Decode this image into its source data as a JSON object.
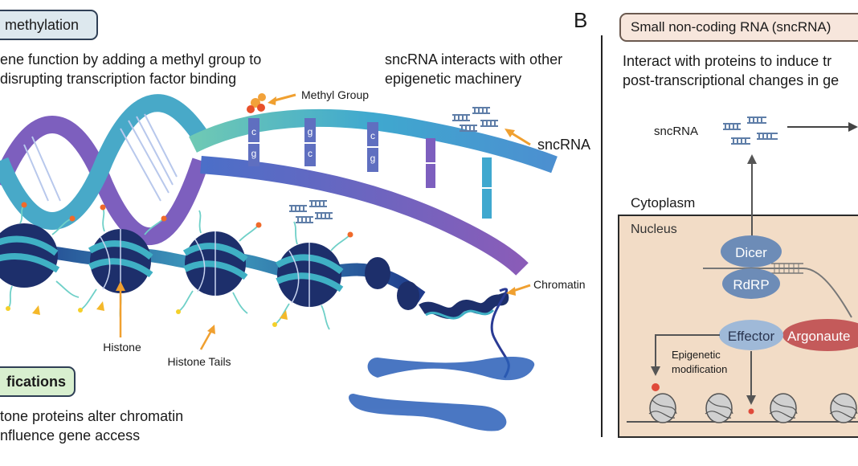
{
  "panelA": {
    "methylation_header": "methylation",
    "methylation_line1": "ene function by adding a methyl group to",
    "methylation_line2": "disrupting transcription factor binding",
    "sncrna_line1": "sncRNA interacts with other",
    "sncrna_line2": "epigenetic machinery",
    "methyl_group_label": "Methyl Group",
    "sncrna_label": "sncRNA",
    "chromatin_label": "Chromatin",
    "histone_label": "Histone",
    "histone_tails_label": "Histone Tails",
    "modifications_header": "fications",
    "mod_line1": "tone proteins alter chromatin",
    "mod_line2": "nfluence gene access",
    "bases_top": [
      "c",
      "g",
      "c"
    ],
    "bases_bottom": [
      "g",
      "c",
      "g"
    ]
  },
  "panelB": {
    "letter": "B",
    "header": "Small non-coding RNA (sncRNA)",
    "line1": "Interact with proteins to induce tr",
    "line2": "post-transcriptional changes in ge",
    "sncrna_label": "sncRNA",
    "cytoplasm_label": "Cytoplasm",
    "nucleus_label": "Nucleus",
    "dicer_label": "Dicer",
    "rdrp_label": "RdRP",
    "effector_label": "Effector",
    "argonaute_label": "Argonaute",
    "epi_line1": "Epigenetic",
    "epi_line2": "modification"
  },
  "colors": {
    "methylation_box": "#dde8ee",
    "modifications_box": "#d8efcf",
    "sncrna_box": "#f7e6dc",
    "nucleus_fill": "#f2dcc6",
    "dna_teal": "#3fb0c4",
    "dna_purple": "#7a62b6",
    "nucleosome": "#1d2f6b",
    "arrow_orange": "#f0a030",
    "argonaute": "#c45a5a",
    "dicer_blue": "#6d8cb7"
  }
}
